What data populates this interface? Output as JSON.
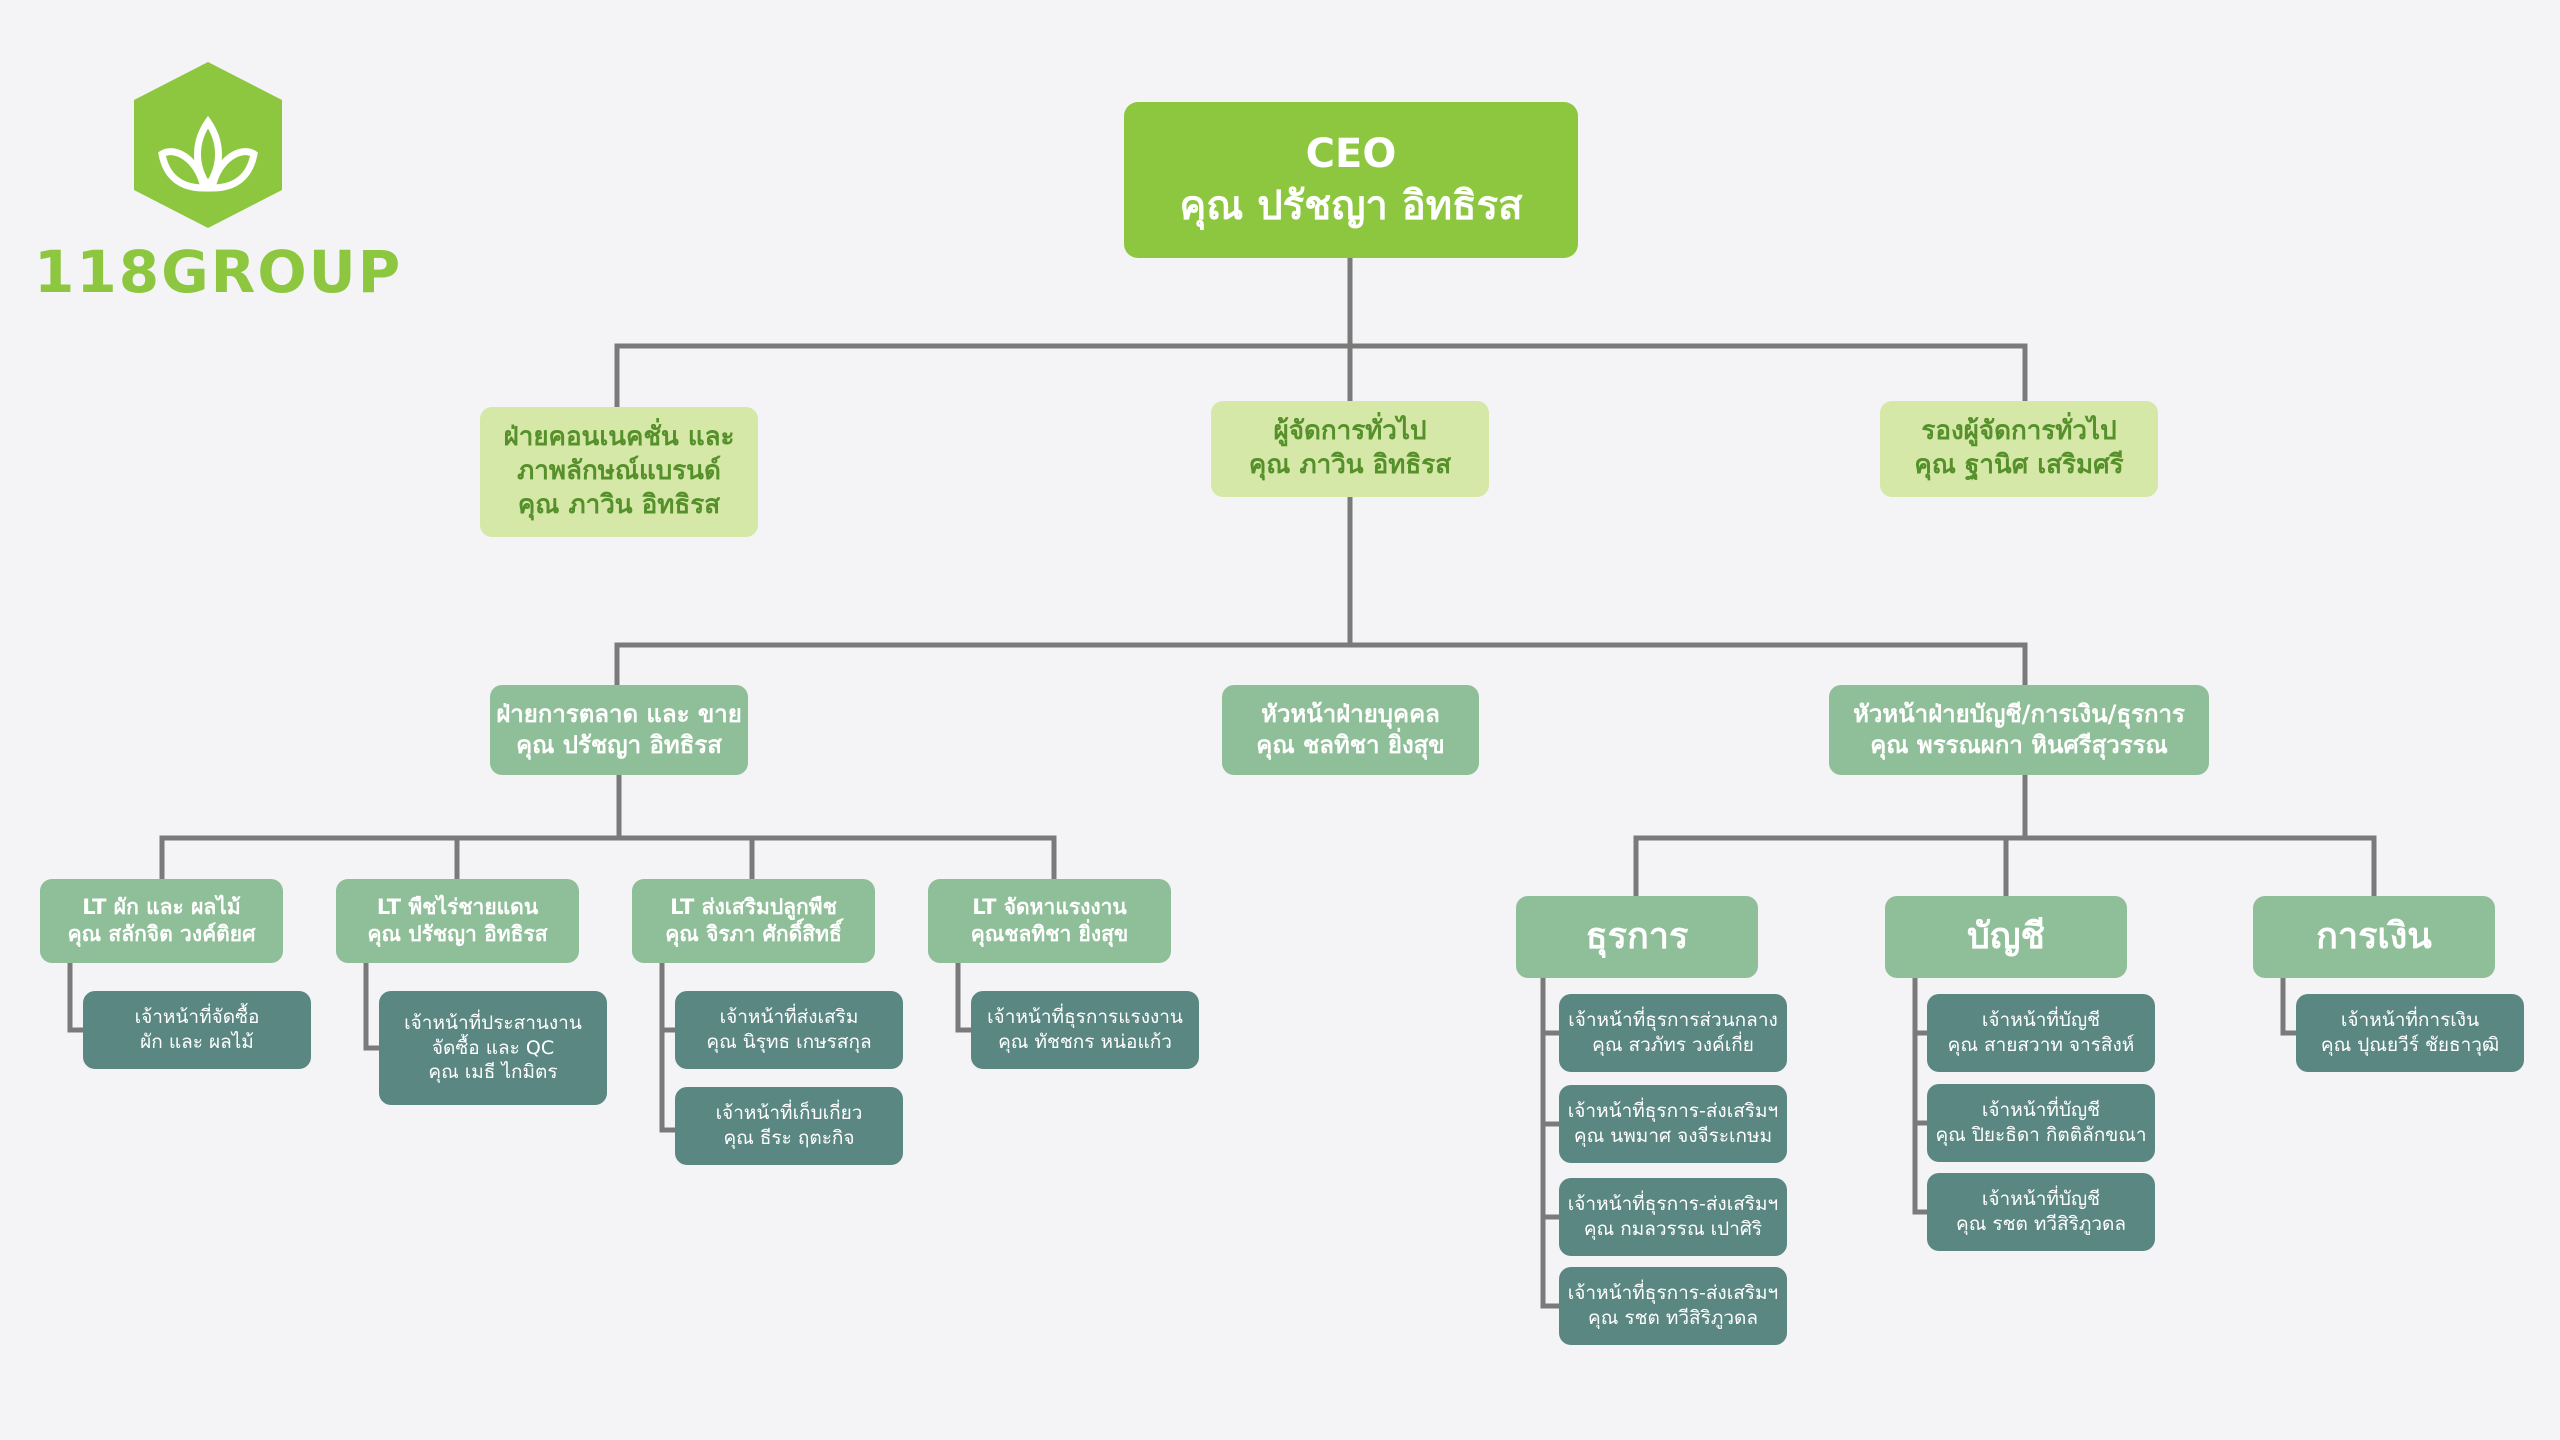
{
  "logo": {
    "text": "118GROUP",
    "icon": "lotus-hexagon-icon",
    "color": "#8dc63f"
  },
  "colors": {
    "ceo": "#8dc63f",
    "level1": "#d6e8a8",
    "level2": "#8fbf98",
    "staff": "#5b8783",
    "connector": "#7a7a7a"
  },
  "nodes": {
    "ceo": {
      "title": "CEO",
      "name": "คุณ ปรัชญา อิทธิรส"
    },
    "connection_brand": {
      "line1": "ฝ่ายคอนเนคชั่น และ",
      "line2": "ภาพลักษณ์แบรนด์",
      "name": "คุณ ภาวิน อิทธิรส"
    },
    "general_manager": {
      "title": "ผู้จัดการทั่วไป",
      "name": "คุณ  ภาวิน อิทธิรส"
    },
    "deputy_gm": {
      "title": "รองผู้จัดการทั่วไป",
      "name": "คุณ ฐานิศ เสริมศรี"
    },
    "marketing_sales": {
      "title": "ฝ่ายการตลาด และ ขาย",
      "name": "คุณ ปรัชญา อิทธิรส"
    },
    "hr_head": {
      "title": "หัวหน้าฝ่ายบุคคล",
      "name": "คุณ ชลทิชา ยิ่งสุข"
    },
    "acct_fin_admin_head": {
      "title": "หัวหน้าฝ่ายบัญชี/การเงิน/ธุรการ",
      "name": "คุณ  พรรณผกา หินศรีสุวรรณ"
    },
    "lt_veg_fruit": {
      "title": "LT ผัก และ ผลไม้",
      "name": "คุณ สลักจิต วงค์ติยศ"
    },
    "lt_border_crops": {
      "title": "LT พืชไร่ชายแดน",
      "name": "คุณ ปรัชญา อิทธิรส"
    },
    "lt_planting": {
      "title": "LT ส่งเสริมปลูกพืช",
      "name": "คุณ จิรภา ศักดิ์สิทธิ์"
    },
    "lt_labor": {
      "title": "LT จัดหาแรงงาน",
      "name": "คุณชลทิชา ยิ่งสุข"
    },
    "staff_purchasing": {
      "title": "เจ้าหน้าที่จัดซื้อ",
      "name": "ผัก และ ผลไม้"
    },
    "staff_coordination": {
      "title": "เจ้าหน้าที่ประสานงาน",
      "line2": "จัดซื้อ และ QC",
      "name": "คุณ เมธี ไกมิตร"
    },
    "staff_promotion": {
      "title": "เจ้าหน้าที่ส่งเสริม",
      "name": "คุณ นิรุทธ เกษรสกุล"
    },
    "staff_harvest": {
      "title": "เจ้าหน้าที่เก็บเกี่ยว",
      "name": "คุณ ธีระ ฤตะกิจ"
    },
    "staff_labor_admin": {
      "title": "เจ้าหน้าที่ธุรการแรงงาน",
      "name": "คุณ ทัชชกร หน่อแก้ว"
    },
    "admin": {
      "title": "ธุรการ"
    },
    "accounting": {
      "title": "บัญชี"
    },
    "finance": {
      "title": "การเงิน"
    },
    "admin_1": {
      "title": "เจ้าหน้าที่ธุรการส่วนกลาง",
      "name": "คุณ สวภัทร วงค์เกี่ย"
    },
    "admin_2": {
      "title": "เจ้าหน้าที่ธุรการ-ส่งเสริมฯ",
      "name": "คุณ นพมาศ จงจีระเกษม"
    },
    "admin_3": {
      "title": "เจ้าหน้าที่ธุรการ-ส่งเสริมฯ",
      "name": "คุณ กมลวรรณ เปาศิริ"
    },
    "admin_4": {
      "title": "เจ้าหน้าที่ธุรการ-ส่งเสริมฯ",
      "name": "คุณ รชต ทวีสิริภูวดล"
    },
    "acct_1": {
      "title": "เจ้าหน้าที่บัญชี",
      "name": "คุณ สายสวาท จารสิงห์"
    },
    "acct_2": {
      "title": "เจ้าหน้าที่บัญชี",
      "name": "คุณ ปิยะธิดา กิตติลักขณา"
    },
    "acct_3": {
      "title": "เจ้าหน้าที่บัญชี",
      "name": "คุณ รชต ทวีสิริภูวดล"
    },
    "fin_1": {
      "title": "เจ้าหน้าที่การเงิน",
      "name": "คุณ ปุณยวีร์ ชัยธาวุฒิ"
    }
  }
}
